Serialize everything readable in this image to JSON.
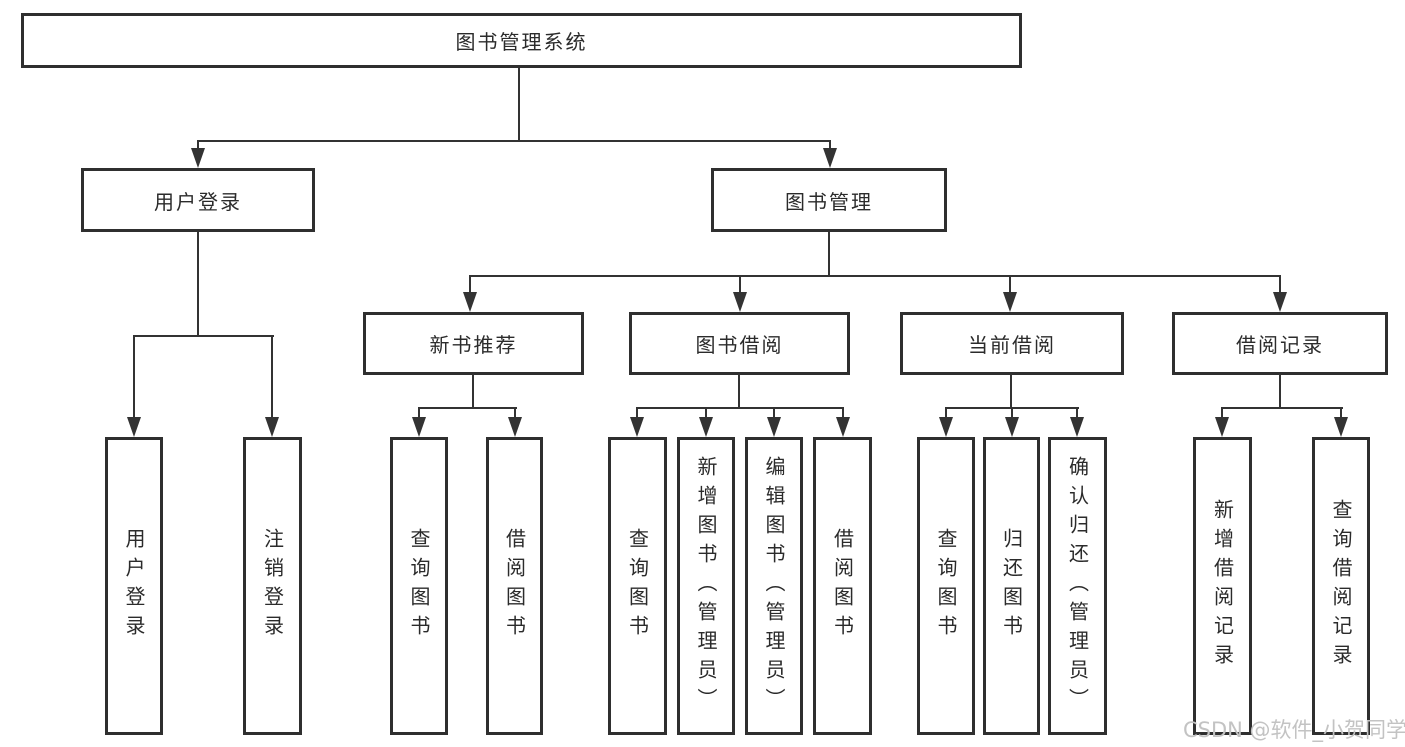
{
  "tree": {
    "root": {
      "label": "图书管理系统"
    },
    "level2": [
      {
        "label": "用户登录"
      },
      {
        "label": "图书管理"
      }
    ],
    "level3": [
      {
        "label": "新书推荐"
      },
      {
        "label": "图书借阅"
      },
      {
        "label": "当前借阅"
      },
      {
        "label": "借阅记录"
      }
    ],
    "leaves": {
      "login": [
        "用户登录",
        "注销登录"
      ],
      "recommend": [
        "查询图书",
        "借阅图书"
      ],
      "borrow": [
        "查询图书",
        "新增图书（管理员）",
        "编辑图书（管理员）",
        "借阅图书"
      ],
      "current": [
        "查询图书",
        "归还图书",
        "确认归还（管理员）"
      ],
      "records": [
        "新增借阅记录",
        "查询借阅记录"
      ]
    }
  },
  "watermark": {
    "text": "CSDN @软件_小贺同学",
    "color": "#c3c3c3"
  },
  "colors": {
    "line": "#333333",
    "box_border": "#2f2f2f",
    "text": "#2b2b2b",
    "background": "#ffffff"
  }
}
